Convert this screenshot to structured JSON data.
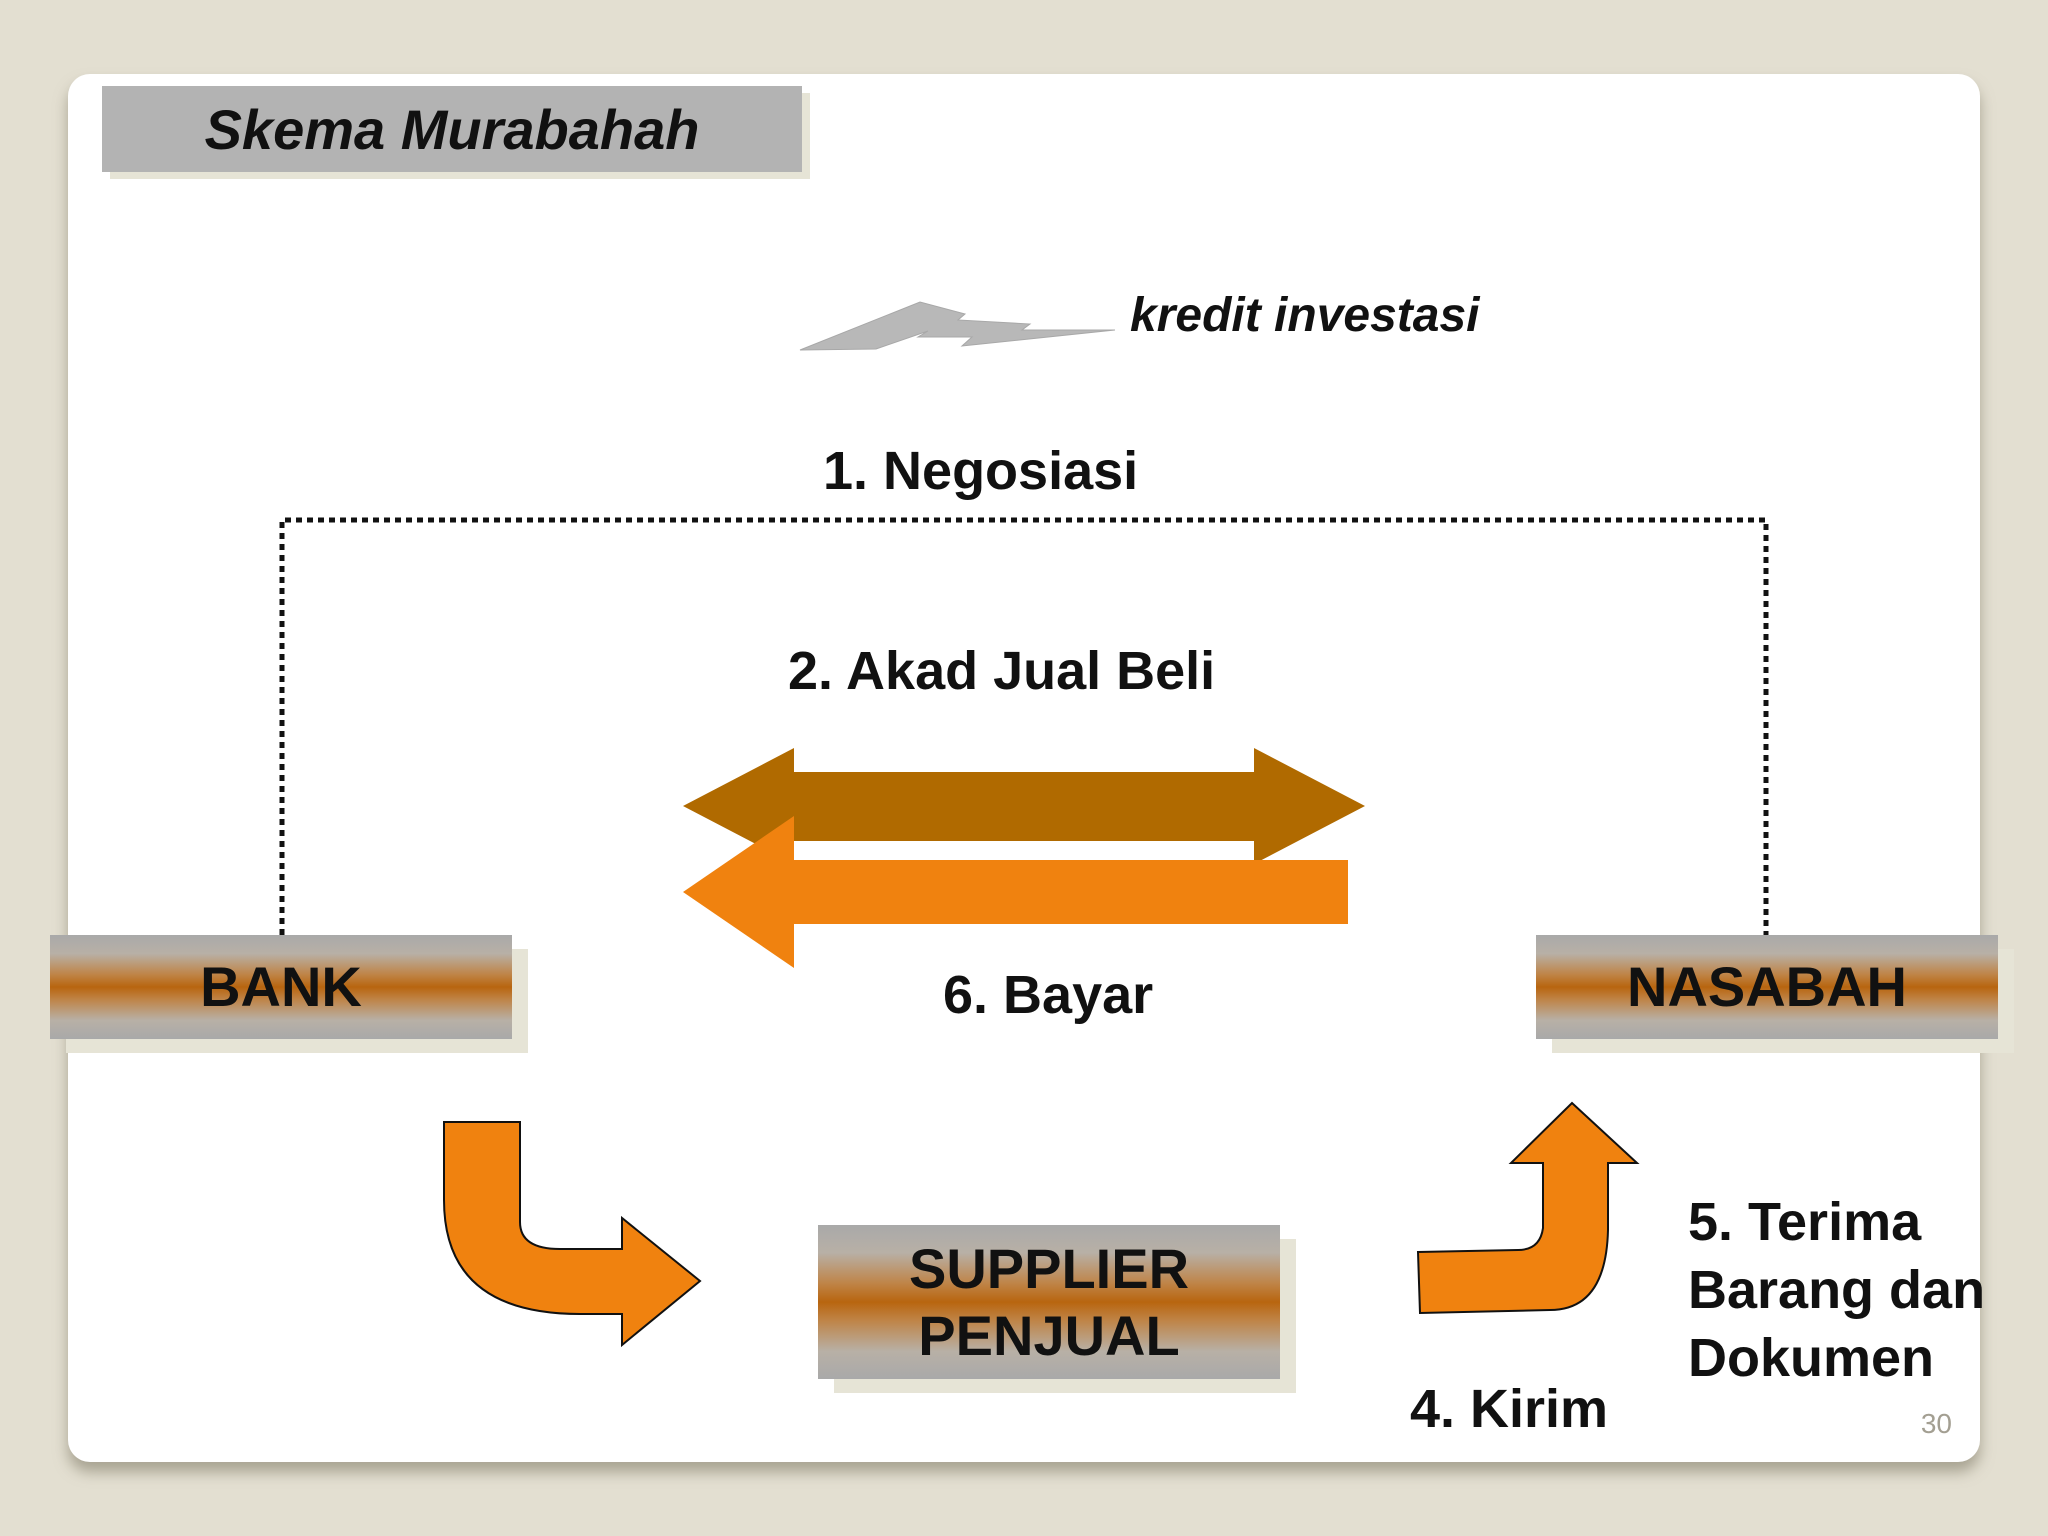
{
  "slide": {
    "title": "Skema Murabahah",
    "page_number": "30"
  },
  "legend": {
    "label": "kredit investasi",
    "icon": "lightning-arrow-icon",
    "color": "#b8b8b8"
  },
  "entities": {
    "bank": "BANK",
    "nasabah": "NASABAH",
    "supplier_line1": "SUPPLIER",
    "supplier_line2": "PENJUAL"
  },
  "steps": {
    "negosiasi": "1. Negosiasi",
    "akad": "2. Akad Jual Beli",
    "bayar": "6. Bayar",
    "kirim": "4. Kirim",
    "terima_line1": "5. Terima",
    "terima_line2": "Barang dan",
    "terima_line3": "Dokumen"
  },
  "colors": {
    "akad_arrow": "#b06a00",
    "orange_arrow": "#f0820f",
    "background": "#e3dfd1",
    "title_box": "#b3b3b3"
  }
}
